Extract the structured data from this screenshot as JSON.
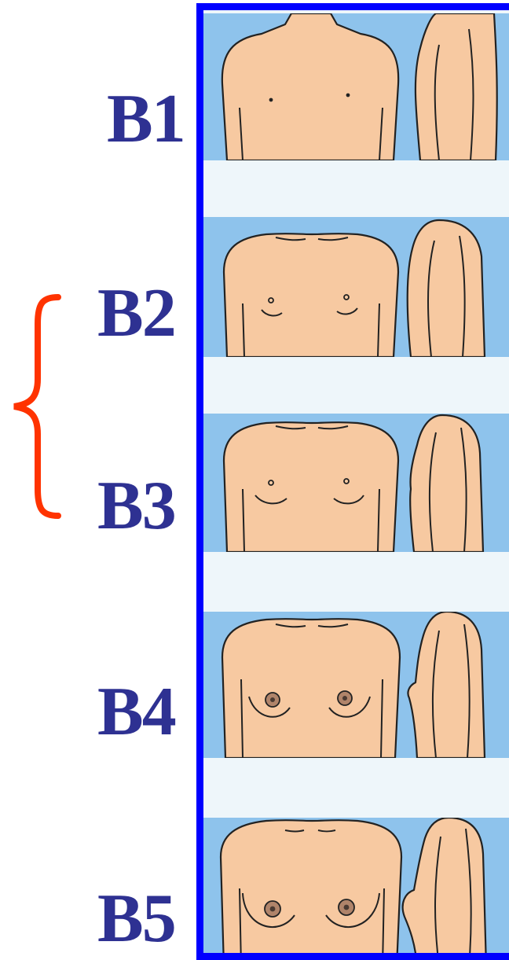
{
  "stages": [
    {
      "label": "B1"
    },
    {
      "label": "B2"
    },
    {
      "label": "B3"
    },
    {
      "label": "B4"
    },
    {
      "label": "B5"
    }
  ],
  "colors": {
    "label": "#2e3192",
    "frame_border": "#0000ff",
    "panel_background": "#8ec3ec",
    "separator": "#eef6fa",
    "skin": "#f7c9a1",
    "outline": "#222222",
    "brace": "#ff3300"
  },
  "icons": {
    "grouping_brace": "curly-brace-icon"
  }
}
